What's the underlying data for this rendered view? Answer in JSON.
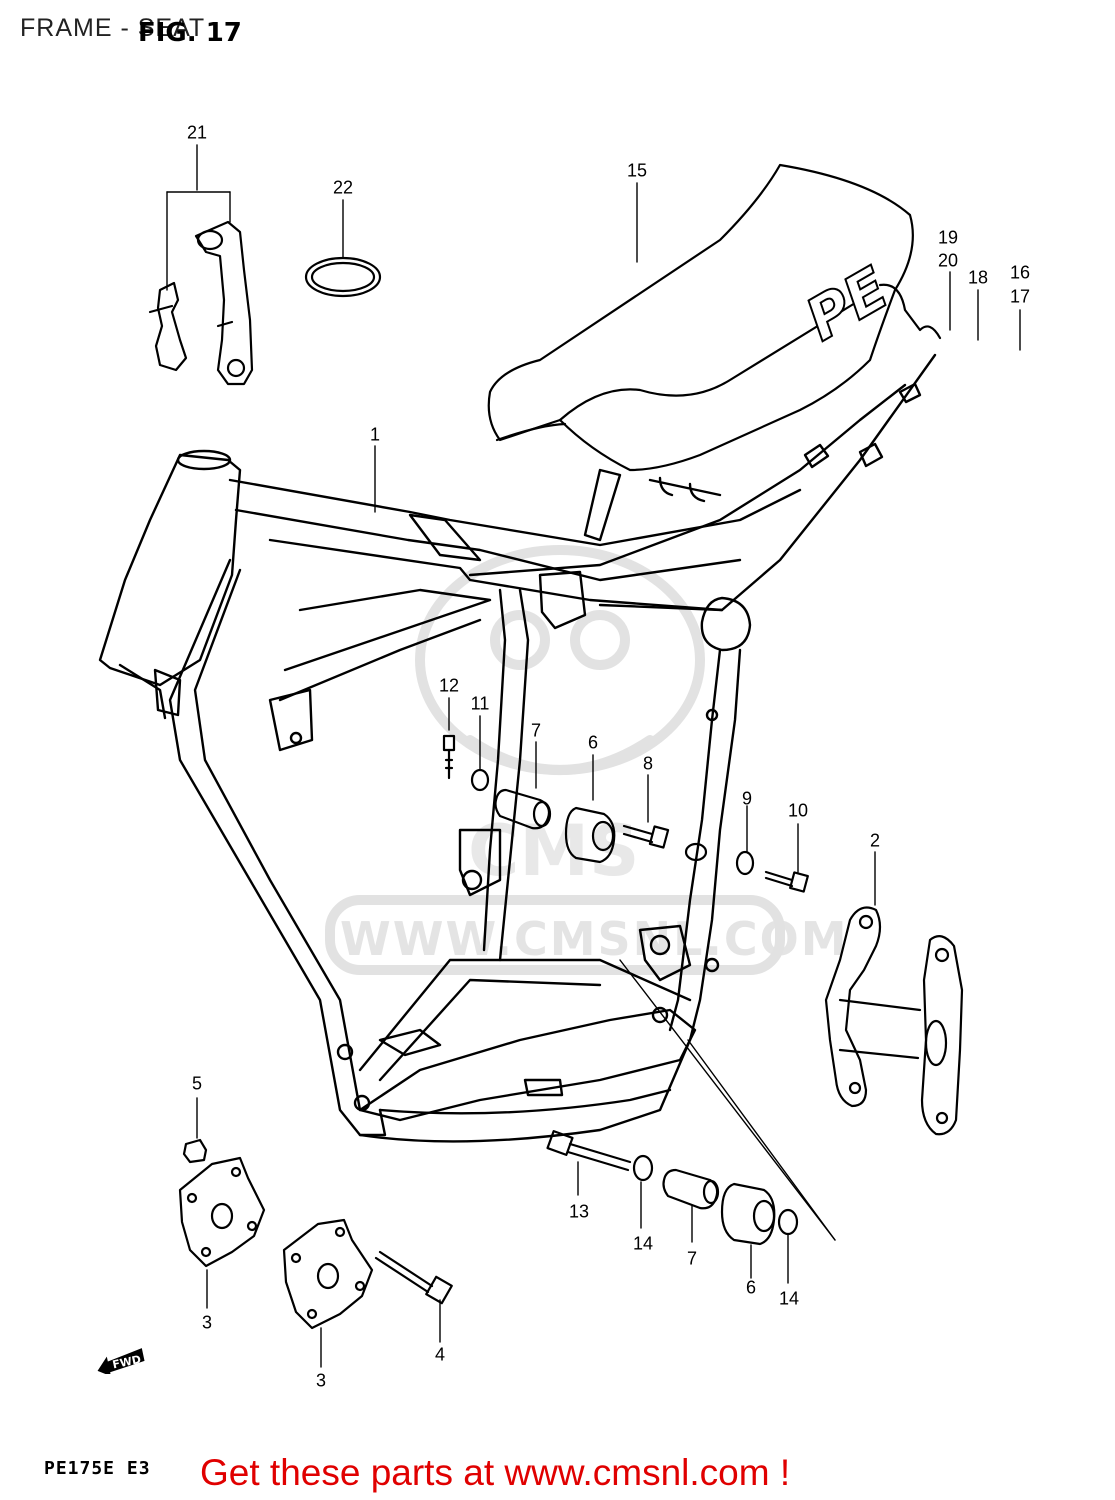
{
  "header": {
    "title": "FRAME - SEAT",
    "figure": "FIG. 17"
  },
  "model_code": "PE175E  E3",
  "promo": "Get these parts at www.cmsnl.com !",
  "watermark": {
    "brand": "CMS",
    "url": "WWW.CMSNL.COM"
  },
  "seat_logo": "PE",
  "fwd_label": "FWD",
  "callouts": [
    "21",
    "22",
    "15",
    "19",
    "20",
    "18",
    "16",
    "17",
    "1",
    "12",
    "11",
    "7",
    "6",
    "8",
    "9",
    "10",
    "2",
    "5",
    "13",
    "14",
    "7",
    "6",
    "14",
    "3",
    "3",
    "4"
  ]
}
